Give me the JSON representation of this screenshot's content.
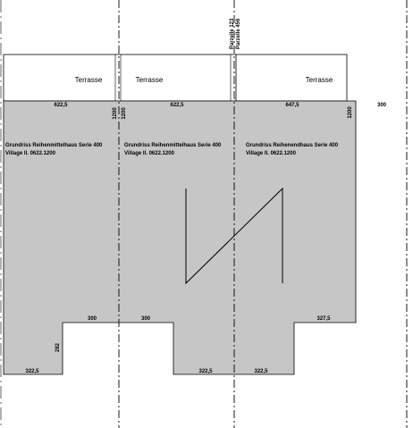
{
  "terrace_label": "Terrasse",
  "parcels": {
    "left": "Parzelle 123",
    "right": "Parzelle 456"
  },
  "units": [
    {
      "title": "Grundriss Reihenmittelhaus Serie 400",
      "code": "Village II. 0622.1200"
    },
    {
      "title": "Grundriss Reihenmittelhaus Serie 400",
      "code": "Village II. 0622.1200"
    },
    {
      "title": "Grundriss Reihenendhaus Serie 400",
      "code": "Village II. 0622.1200"
    }
  ],
  "dims": {
    "top_1": "622,5",
    "top_2": "622,5",
    "top_3": "647,5",
    "wall_1": "1200",
    "wall_2": "1200",
    "wall_3": "1200",
    "right_offset": "300",
    "bottom_left_step": "300",
    "bottom_mid_step": "300",
    "bottom_right_step": "327,5",
    "left_height": "282",
    "bottom_1": "322,5",
    "bottom_2": "322,5",
    "bottom_3": "322,5"
  },
  "colors": {
    "fill": "#c6c6c6",
    "line": "#000000"
  }
}
